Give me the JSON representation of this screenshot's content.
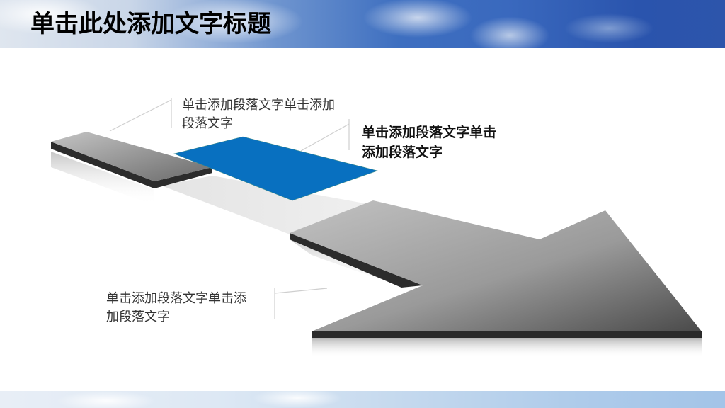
{
  "slide": {
    "title": "单击此处添加文字标题",
    "colors": {
      "accent_blue": "#0870c0",
      "slab_gray_light": "#b8b8b8",
      "slab_gray_dark": "#555555",
      "edge_dark": "#2a2a2a",
      "sky_blue": "#3a69be"
    }
  },
  "diagram": {
    "steps": [
      {
        "id": "step-1",
        "shape": "gray-slab",
        "lines": [
          "单击添加段落文字单击添加",
          "段落文字"
        ]
      },
      {
        "id": "step-2",
        "shape": "blue-panel",
        "lines": [
          "单击添加段落文字单击",
          "添加段落文字"
        ]
      },
      {
        "id": "step-3",
        "shape": "gray-arrow",
        "lines": [
          "单击添加段落文字单击添",
          "加段落文字"
        ]
      }
    ]
  }
}
